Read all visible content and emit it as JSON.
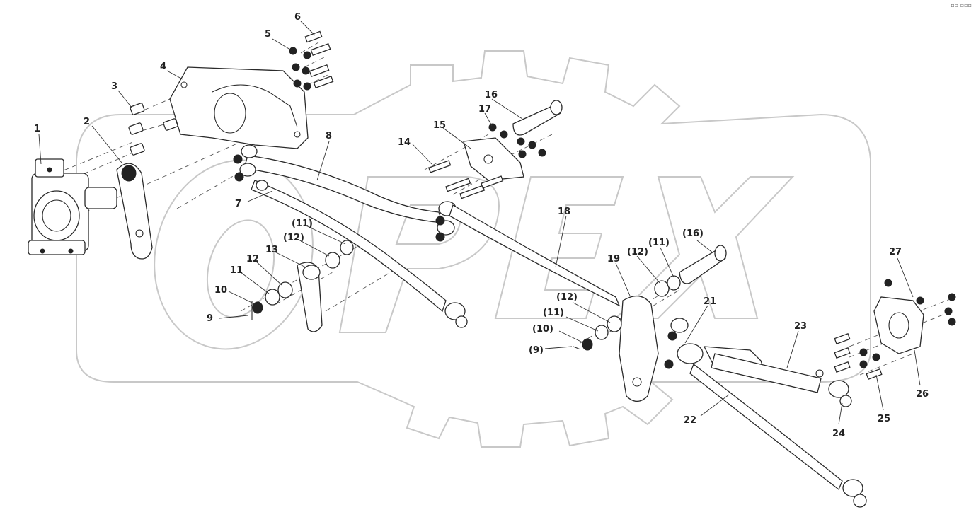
{
  "corner_mark": "▫▫ ▫▫▫",
  "labels": [
    "1",
    "2",
    "3",
    "4",
    "5",
    "6",
    "7",
    "8",
    "9",
    "10",
    "11",
    "12",
    "13",
    "14",
    "15",
    "16",
    "17",
    "18",
    "19",
    "21",
    "22",
    "23",
    "24",
    "25",
    "26",
    "27",
    "(9)",
    "(10)",
    "(11)",
    "(11)",
    "(11)",
    "(12)",
    "(12)",
    "(12)",
    "(16)"
  ],
  "watermark": {
    "text": "OPEX"
  }
}
